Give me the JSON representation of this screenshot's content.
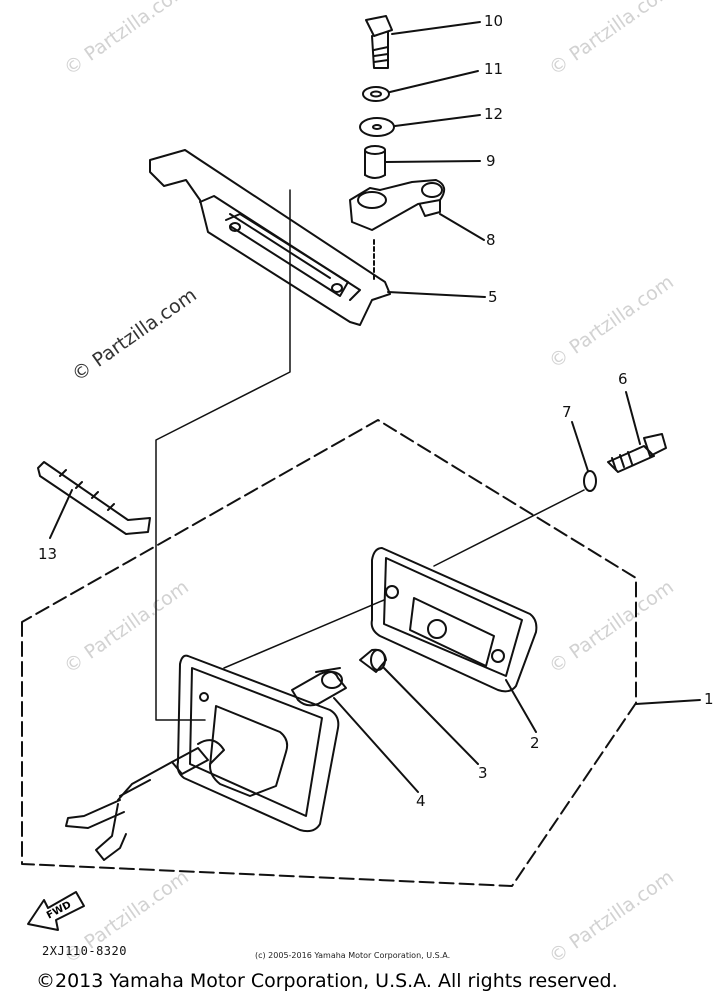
{
  "watermarks": {
    "text": "© Partzilla.com"
  },
  "callouts": [
    {
      "id": "10",
      "label": "10"
    },
    {
      "id": "11",
      "label": "11"
    },
    {
      "id": "12",
      "label": "12"
    },
    {
      "id": "9",
      "label": "9"
    },
    {
      "id": "8",
      "label": "8"
    },
    {
      "id": "5",
      "label": "5"
    },
    {
      "id": "6",
      "label": "6"
    },
    {
      "id": "7",
      "label": "7"
    },
    {
      "id": "13",
      "label": "13"
    },
    {
      "id": "1",
      "label": "1"
    },
    {
      "id": "2",
      "label": "2"
    },
    {
      "id": "3",
      "label": "3"
    },
    {
      "id": "4",
      "label": "4"
    }
  ],
  "fwd_label": "FWD",
  "diagram_code": "2XJ110-8320",
  "small_copyright": "(c) 2005-2016 Yamaha Motor Corporation, U.S.A.",
  "footer_copyright": "©2013 Yamaha Motor Corporation, U.S.A. All rights reserved."
}
